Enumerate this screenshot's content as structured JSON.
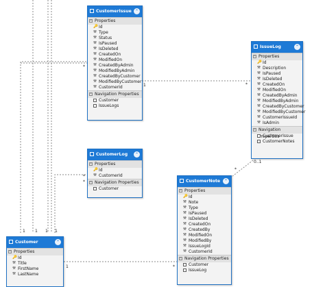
{
  "entities": {
    "customerissue": {
      "title": "CustomerIssue",
      "props_label": "Properties",
      "props": [
        "Id",
        "Type",
        "Status",
        "IsPaused",
        "IsDeleted",
        "CreatedOn",
        "ModifiedOn",
        "CreatedByAdmin",
        "ModifiedByAdmin",
        "CreatedByCustomer",
        "ModifiedByCustomer",
        "CustomerId"
      ],
      "nav_label": "Navigation Properties",
      "nav": [
        "Customer",
        "IssueLogs"
      ]
    },
    "issuelog": {
      "title": "IssueLog",
      "props_label": "Properties",
      "props": [
        "Id",
        "Description",
        "IsPaused",
        "IsDeleted",
        "CreatedOn",
        "ModifiedOn",
        "CreatedByAdmin",
        "ModifiedByAdmin",
        "CreatedByCustomer",
        "ModifiedByCustomer",
        "CustomerIssueId",
        "IsAdmin"
      ],
      "nav_label": "Navigation Properties",
      "nav": [
        "CustomerIssue",
        "CustomerNotes"
      ]
    },
    "customerlog": {
      "title": "CustomerLog",
      "props_label": "Properties",
      "props": [
        "Id",
        "CustomerId"
      ],
      "nav_label": "Navigation Properties",
      "nav": [
        "Customer"
      ]
    },
    "customernote": {
      "title": "CustomerNote",
      "props_label": "Properties",
      "props": [
        "Id",
        "Note",
        "Type",
        "IsPaused",
        "IsDeleted",
        "CreatedOn",
        "CreatedBy",
        "ModifiedOn",
        "ModifiedBy",
        "IssueLogId",
        "CustomerId"
      ],
      "nav_label": "Navigation Properties",
      "nav": [
        "Customer",
        "IssueLog"
      ]
    },
    "customer": {
      "title": "Customer",
      "props_label": "Properties",
      "props": [
        "Id",
        "Title",
        "FirstName",
        "LastName"
      ],
      "nav_label": "",
      "nav": []
    }
  },
  "multiplicities": {
    "m1": "1",
    "m2": "1",
    "m3": "1",
    "m4": "1",
    "m5": "1",
    "m6": "*",
    "m7": "*",
    "m8": "1",
    "m9": "*",
    "m10": "0..1",
    "m11": "*",
    "m12": "*",
    "m13": "*"
  },
  "colors": {
    "header": "#1e7ad6",
    "border": "#1c6fc2",
    "body": "#f3f3f3",
    "connector": "#8a8a8a"
  },
  "icons": {
    "header": "entity-icon",
    "collapse": "collapse-chevron-icon",
    "property": "key-wrench-icon",
    "navigation": "navigation-property-icon"
  }
}
